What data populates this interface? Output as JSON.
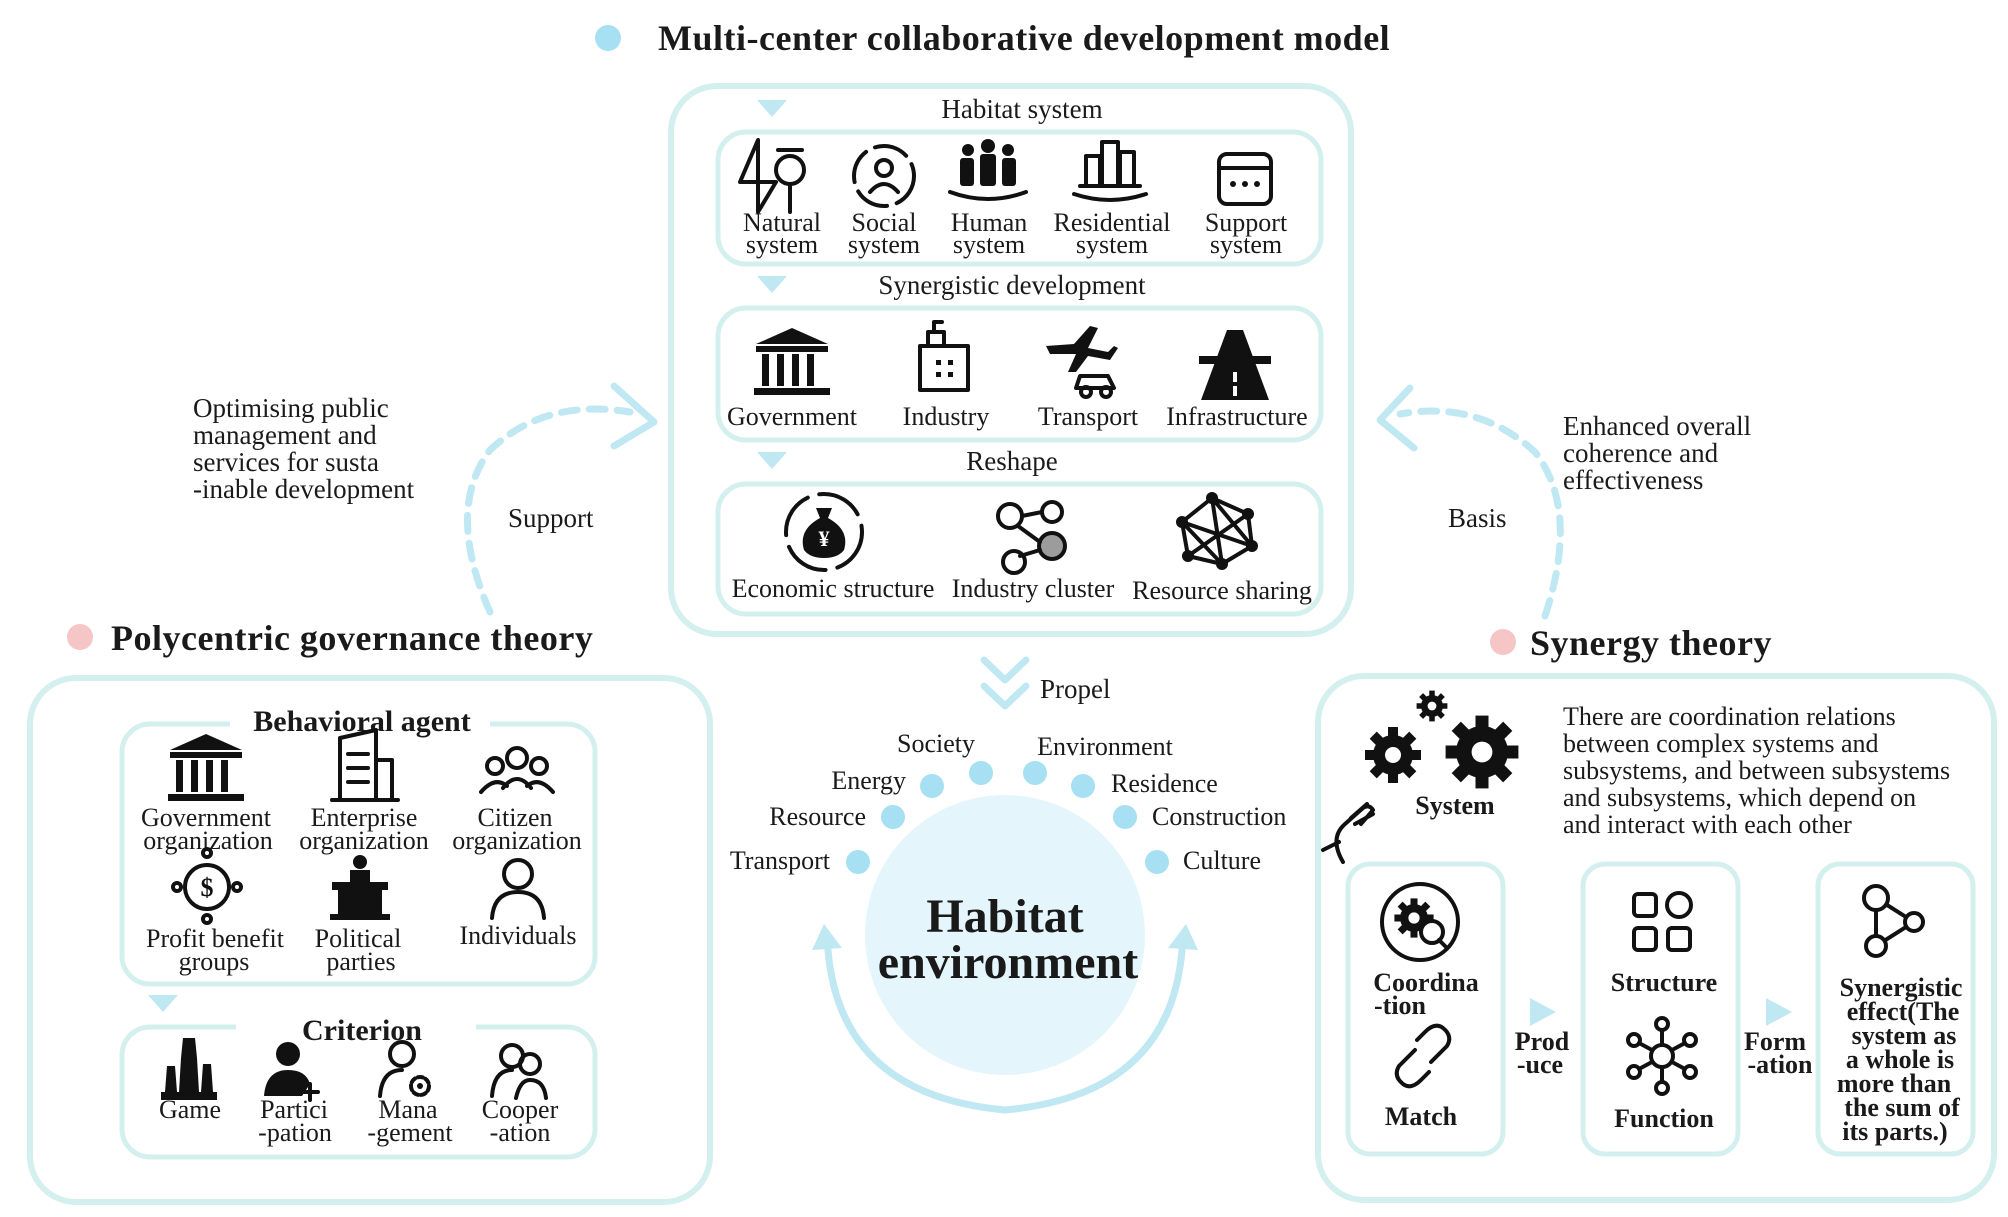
{
  "title": "Multi-center collaborative development model",
  "colors": {
    "frame": "#d3f0ef",
    "arrow": "#bfe8f3",
    "dot_blue": "#a7e0f2",
    "dot_pink": "#f6c6c6",
    "center": "#e4f6fc"
  },
  "center_box": {
    "habitat_label": "Habitat system",
    "habitat_items": [
      {
        "line1": "Natural",
        "line2": "system",
        "icon": "tree-icon"
      },
      {
        "line1": "Social",
        "line2": "system",
        "icon": "person-circle-icon"
      },
      {
        "line1": "Human",
        "line2": "system",
        "icon": "people-icon"
      },
      {
        "line1": "Residential",
        "line2": "system",
        "icon": "buildings-icon"
      },
      {
        "line1": "Support",
        "line2": "system",
        "icon": "browser-window-icon"
      }
    ],
    "synergistic_label": "Synergistic development",
    "synergistic_items": [
      {
        "label": "Government",
        "icon": "government-building-icon"
      },
      {
        "label": "Industry",
        "icon": "factory-icon"
      },
      {
        "label": "Transport",
        "icon": "plane-car-icon"
      },
      {
        "label": "Infrastructure",
        "icon": "road-icon"
      }
    ],
    "reshape_label": "Reshape",
    "reshape_items": [
      {
        "label": "Economic structure",
        "icon": "money-bag-icon"
      },
      {
        "label": "Industry cluster",
        "icon": "cluster-nodes-icon"
      },
      {
        "label": "Resource sharing",
        "icon": "network-icon"
      }
    ]
  },
  "left_note": [
    "Optimising public",
    "management and",
    "services for susta",
    "-inable development"
  ],
  "support_label": "Support",
  "right_note": [
    "Enhanced overall",
    "coherence and",
    "effectiveness"
  ],
  "basis_label": "Basis",
  "propel_label": "Propel",
  "habitat_env": {
    "line1": "Habitat",
    "line2": "environment",
    "factors": [
      "Society",
      "Environment",
      "Energy",
      "Residence",
      "Resource",
      "Construction",
      "Transport",
      "Culture"
    ]
  },
  "polycentric": {
    "title": "Polycentric governance theory",
    "behavioral_label": "Behavioral agent",
    "agents": [
      {
        "line1": "Government",
        "line2": "organization",
        "icon": "government-building-icon"
      },
      {
        "line1": "Enterprise",
        "line2": "organization",
        "icon": "office-building-icon"
      },
      {
        "line1": "Citizen",
        "line2": "organization",
        "icon": "group-icon"
      },
      {
        "line1": "Profit benefit",
        "line2": "groups",
        "icon": "dollar-circle-icon"
      },
      {
        "line1": "Political",
        "line2": "parties",
        "icon": "podium-icon"
      },
      {
        "line1": "Individuals",
        "line2": "",
        "icon": "person-icon"
      }
    ],
    "criterion_label": "Criterion",
    "criteria": [
      {
        "line1": "Game",
        "line2": "",
        "icon": "chess-icon"
      },
      {
        "line1": "Partici",
        "line2": "-pation",
        "icon": "person-add-icon"
      },
      {
        "line1": "Mana",
        "line2": "-gement",
        "icon": "person-gear-icon"
      },
      {
        "line1": "Cooper",
        "line2": "-ation",
        "icon": "two-people-icon"
      }
    ]
  },
  "synergy": {
    "title": "Synergy theory",
    "system_label": "System",
    "description": [
      "There are coordination relations",
      "between complex systems and",
      "subsystems, and between subsystems",
      "and subsystems, which depend on",
      "and interact with each other"
    ],
    "coordination": [
      "Coordina",
      "-tion"
    ],
    "match": "Match",
    "produce": [
      "Prod",
      "-uce"
    ],
    "structure": "Structure",
    "function": "Function",
    "formation": [
      "Form",
      "-ation"
    ],
    "effect": [
      "Synergistic",
      "effect(The",
      "system as",
      "a whole is",
      "more than",
      "the sum of",
      "its parts.)"
    ]
  }
}
